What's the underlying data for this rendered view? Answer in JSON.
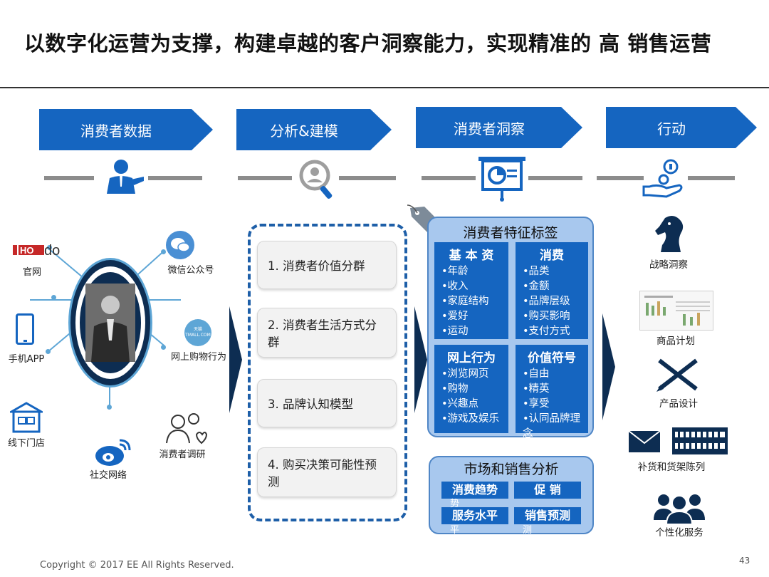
{
  "title": "以数字化运营为支撑，构建卓越的客户洞察能力，实现精准的 高  销售运营",
  "stages": [
    "消费者数据",
    "分析&建模",
    "消费者洞察",
    "行动"
  ],
  "sources": {
    "logo_text": "HOdo",
    "labels": [
      "官网",
      "微信公众号",
      "手机APP",
      "网上购物行为",
      "线下门店",
      "消费者调研",
      "社交网络"
    ],
    "tmall_text": "天猫 TMALL.COM"
  },
  "steps": [
    "1. 消费者价值分群",
    "2. 消费者生活方式分群",
    "3. 品牌认知模型",
    "4. 购买决策可能性预测"
  ],
  "insight_panel": {
    "title": "消费者特征标签",
    "cells": [
      {
        "header": "基 本 资",
        "items": [
          "•年龄",
          "•收入",
          "•家庭结构",
          "•爱好",
          "•运动"
        ]
      },
      {
        "header": "消费",
        "items": [
          "•品类",
          "•金额",
          "•品牌层级",
          "•购买影响",
          "•支付方式"
        ]
      },
      {
        "header": "网上行为",
        "items": [
          "•浏览网页",
          "•购物",
          "•兴趣点",
          "•游戏及娱乐"
        ]
      },
      {
        "header": "价值符号",
        "items": [
          "•自由",
          "•精英",
          "•享受",
          "•认同品牌理念"
        ]
      }
    ]
  },
  "market_panel": {
    "title": "市场和销售分析",
    "items": [
      "消费趋势",
      "促 销",
      "服务水平",
      "销售预测"
    ],
    "ghost_items": [
      "势",
      "平",
      "测"
    ]
  },
  "actions": [
    "战略洞察",
    "商品计划",
    "产品设计",
    "补货和货架陈列",
    "个性化服务"
  ],
  "footer": "Copyright © 2017 EE All Rights Reserved.",
  "page_number": "43",
  "colors": {
    "primary_blue": "#1565c0",
    "dark_navy": "#0d2d52",
    "light_panel": "#a8c8ee",
    "spoke": "#5ea6d6",
    "gray_line": "#8c8c8c"
  }
}
